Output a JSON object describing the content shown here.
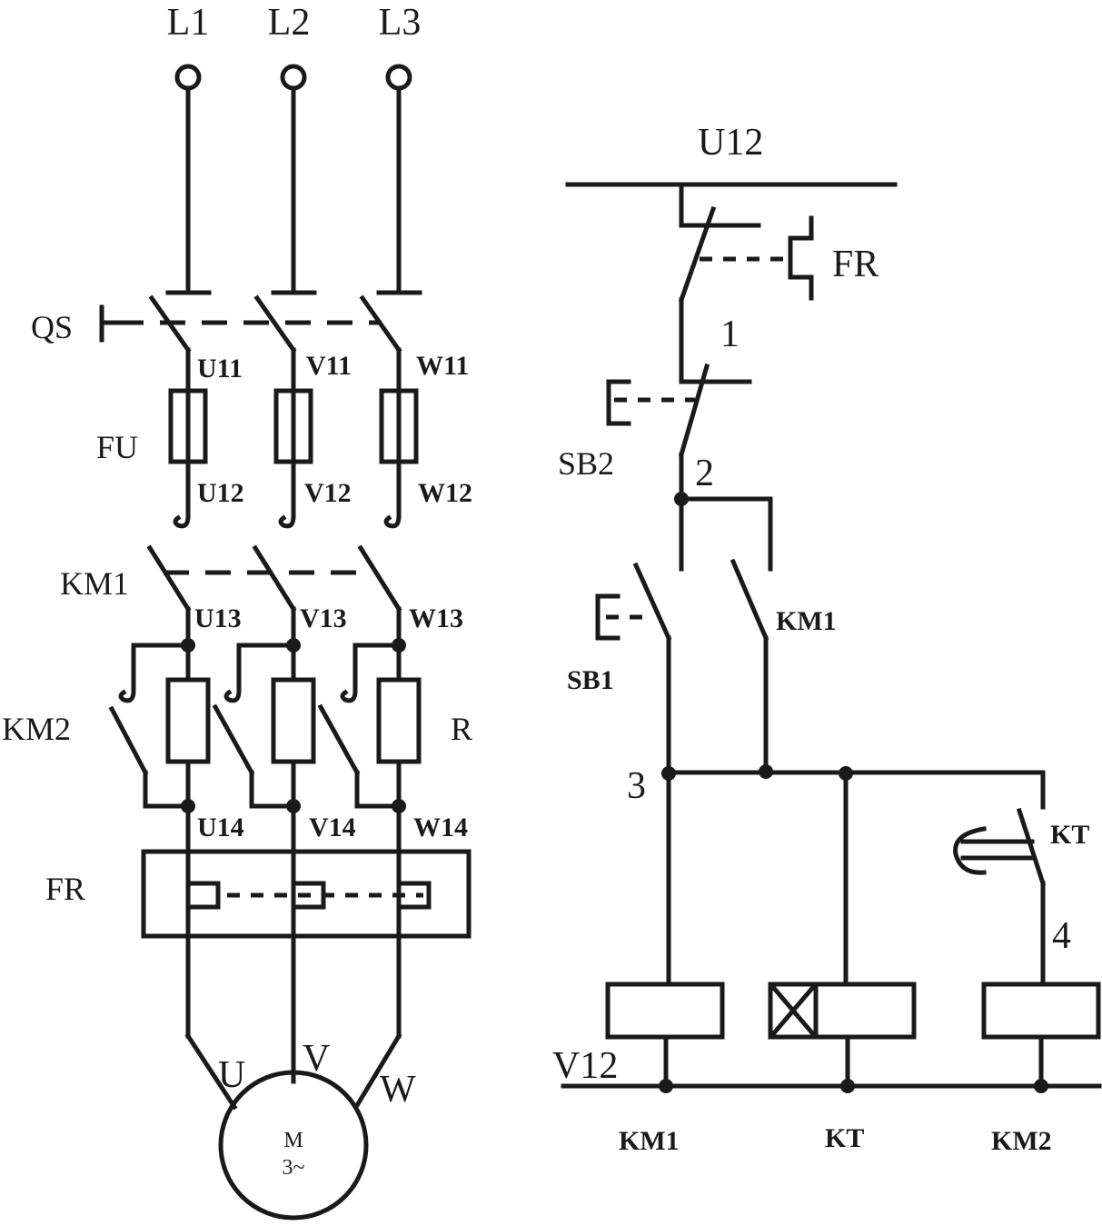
{
  "supply": {
    "l1": "L1",
    "l2": "L2",
    "l3": "L3"
  },
  "power": {
    "qs": "QS",
    "fu": "FU",
    "km1": "KM1",
    "km2": "KM2",
    "r": "R",
    "fr": "FR",
    "nodes": {
      "u11": "U11",
      "v11": "V11",
      "w11": "W11",
      "u12": "U12",
      "v12": "V12",
      "w12": "W12",
      "u13": "U13",
      "v13": "V13",
      "w13": "W13",
      "u14": "U14",
      "v14": "V14",
      "w14": "W14"
    },
    "motor": {
      "u": "U",
      "v": "V",
      "w": "W",
      "m": "M",
      "phase": "3~"
    }
  },
  "control": {
    "top_bus": "U12",
    "bottom_bus": "V12",
    "fr": "FR",
    "sb2": "SB2",
    "sb1": "SB1",
    "km1_contact": "KM1",
    "kt_contact": "KT",
    "n1": "1",
    "n2": "2",
    "n3": "3",
    "n4": "4",
    "coil_km1": "KM1",
    "coil_kt": "KT",
    "coil_km2": "KM2"
  }
}
